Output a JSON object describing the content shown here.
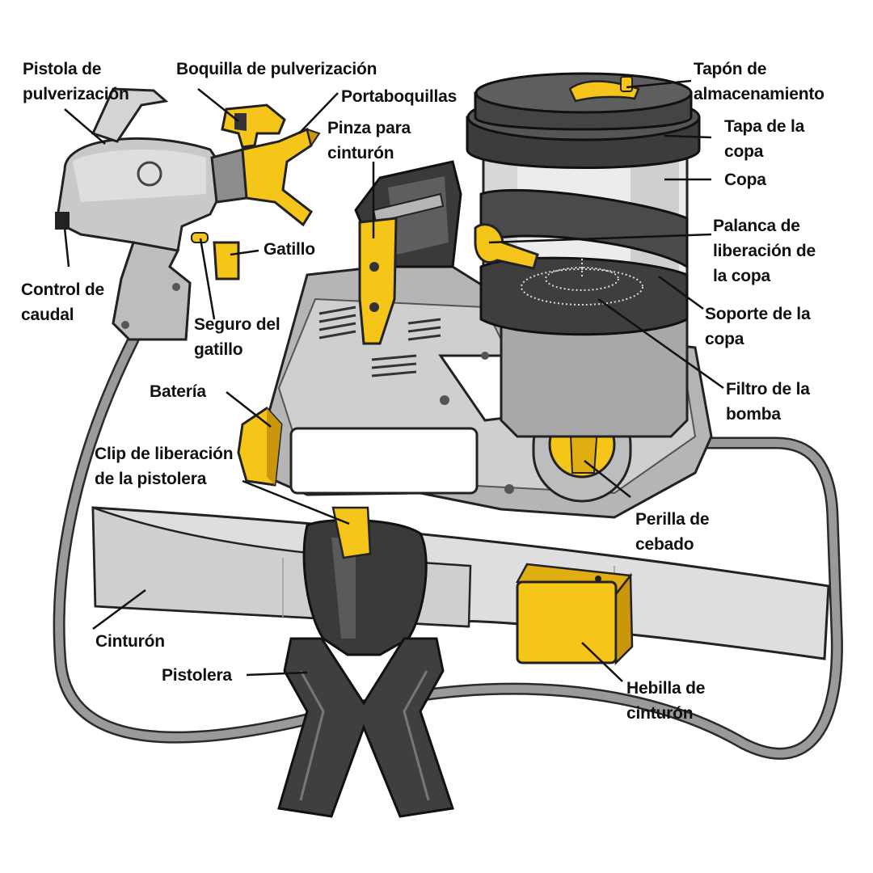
{
  "colors": {
    "yellow": "#f6c51a",
    "yellow_dark": "#c9960c",
    "gray_light": "#d4d4d4",
    "gray_mid": "#a8a8a8",
    "gray_dark": "#4a4a4a",
    "outline": "#222222",
    "belt": "#dedede",
    "cup": "#e9e9e9"
  },
  "labels": {
    "spray_gun": [
      "Pistola de",
      "pulverización"
    ],
    "spray_tip": [
      "Boquilla de pulverización"
    ],
    "tip_holder": [
      "Portaboquillas"
    ],
    "belt_clip": [
      "Pinza para",
      "cinturón"
    ],
    "storage_cap": [
      "Tapón de",
      "almacenamiento"
    ],
    "cup_lid": [
      "Tapa de la",
      "copa"
    ],
    "cup": [
      "Copa"
    ],
    "cup_release_lever": [
      "Palanca de",
      "liberación de",
      "la copa"
    ],
    "cup_holder": [
      "Soporte de la",
      "copa"
    ],
    "pump_filter": [
      "Filtro de la",
      "bomba"
    ],
    "trigger": [
      "Gatillo"
    ],
    "flow_control": [
      "Control de",
      "caudal"
    ],
    "trigger_lock": [
      "Seguro del",
      "gatillo"
    ],
    "battery": [
      "Batería"
    ],
    "holster_release_clip": [
      "Clip de liberación",
      "de la pistolera"
    ],
    "prime_knob": [
      "Perilla de",
      "cebado"
    ],
    "belt": [
      "Cinturón"
    ],
    "holster": [
      "Pistolera"
    ],
    "belt_buckle": [
      "Hebilla de",
      "cinturón"
    ]
  }
}
